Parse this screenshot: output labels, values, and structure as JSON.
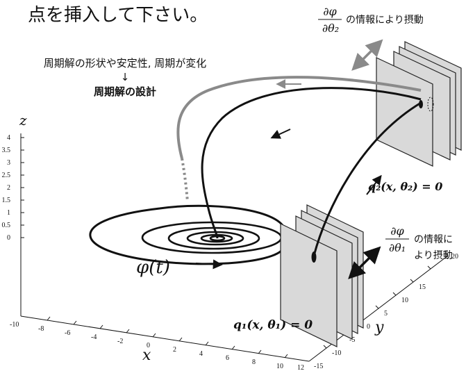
{
  "header_text": "点を挿入して下さい。",
  "caption_line1": "周期解の形状や安定性, 周期が変化",
  "caption_arrow": "↓",
  "caption_line2": "周期解の設計",
  "perturb_top": {
    "label": "の情報により摂動"
  },
  "perturb_bottom": {
    "line1": "の情報に",
    "line2": "より摂動"
  },
  "phi_label": "φ(t)",
  "q1_label": "q₁(x, θ₁) = 0",
  "q2_label": "q₂(x, θ₂) = 0",
  "axes": {
    "z_label": "z",
    "x_label": "x",
    "y_label": "y",
    "z_ticks": [
      "4",
      "3.5",
      "3",
      "2.5",
      "2",
      "1.5",
      "1",
      "0.5",
      "0"
    ],
    "x_ticks": [
      "-10",
      "-8",
      "-6",
      "-4",
      "-2",
      "0",
      "2",
      "4",
      "6",
      "8",
      "10",
      "12"
    ],
    "y_ticks": [
      "-15",
      "-10",
      "-5",
      "0",
      "5",
      "10",
      "15",
      "20"
    ]
  },
  "colors": {
    "curve": "#1a1a1a",
    "grey_curve": "#8a8a8a",
    "plane_fill": "#d9d9d9",
    "plane_stroke": "#222222"
  }
}
